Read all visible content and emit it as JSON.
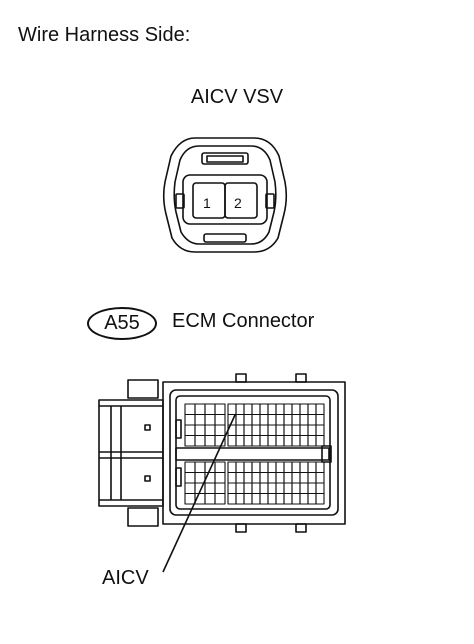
{
  "labels": {
    "heading": "Wire Harness Side:",
    "vsv_connector": "AICV VSV",
    "ecm_code": "A55",
    "ecm_connector": "ECM Connector",
    "terminal_callout": "AICV"
  },
  "vsv_pins": [
    "1",
    "2"
  ]
}
